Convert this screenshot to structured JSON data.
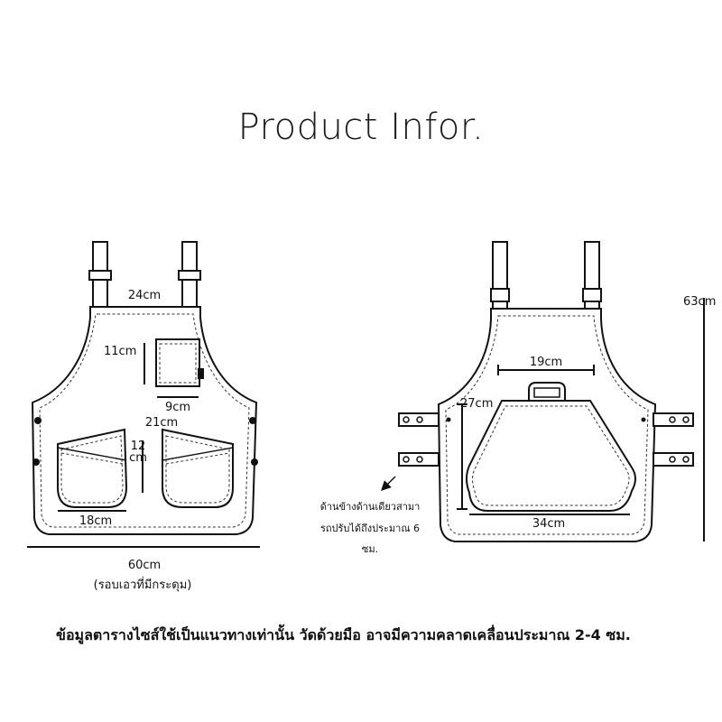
{
  "title": "Product Infor.",
  "front": {
    "strap_width": "24cm",
    "chest_pocket_height": "11cm",
    "chest_pocket_width": "9cm",
    "lower_pockets_span": "21cm",
    "lower_pocket_height_1": "12",
    "lower_pocket_height_2": "cm",
    "lower_pocket_width": "18cm",
    "total_width": "60cm",
    "total_width_note": "(รอบเอวที่มีกระดุม)"
  },
  "back": {
    "total_height": "63cm",
    "pocket_top_width": "19cm",
    "pocket_height": "27cm",
    "pocket_bottom_width": "34cm",
    "side_note_line1": "ด้านข้างด้านเดียวสามา",
    "side_note_line2": "รถปรับได้ถึงประมาณ 6",
    "side_note_line3": "ซม."
  },
  "disclaimer": "ข้อมูลตารางไซส์ใช้เป็นแนวทางเท่านั้น วัดด้วยมือ อาจมีความคลาดเคลื่อนประมาณ 2-4 ซม."
}
